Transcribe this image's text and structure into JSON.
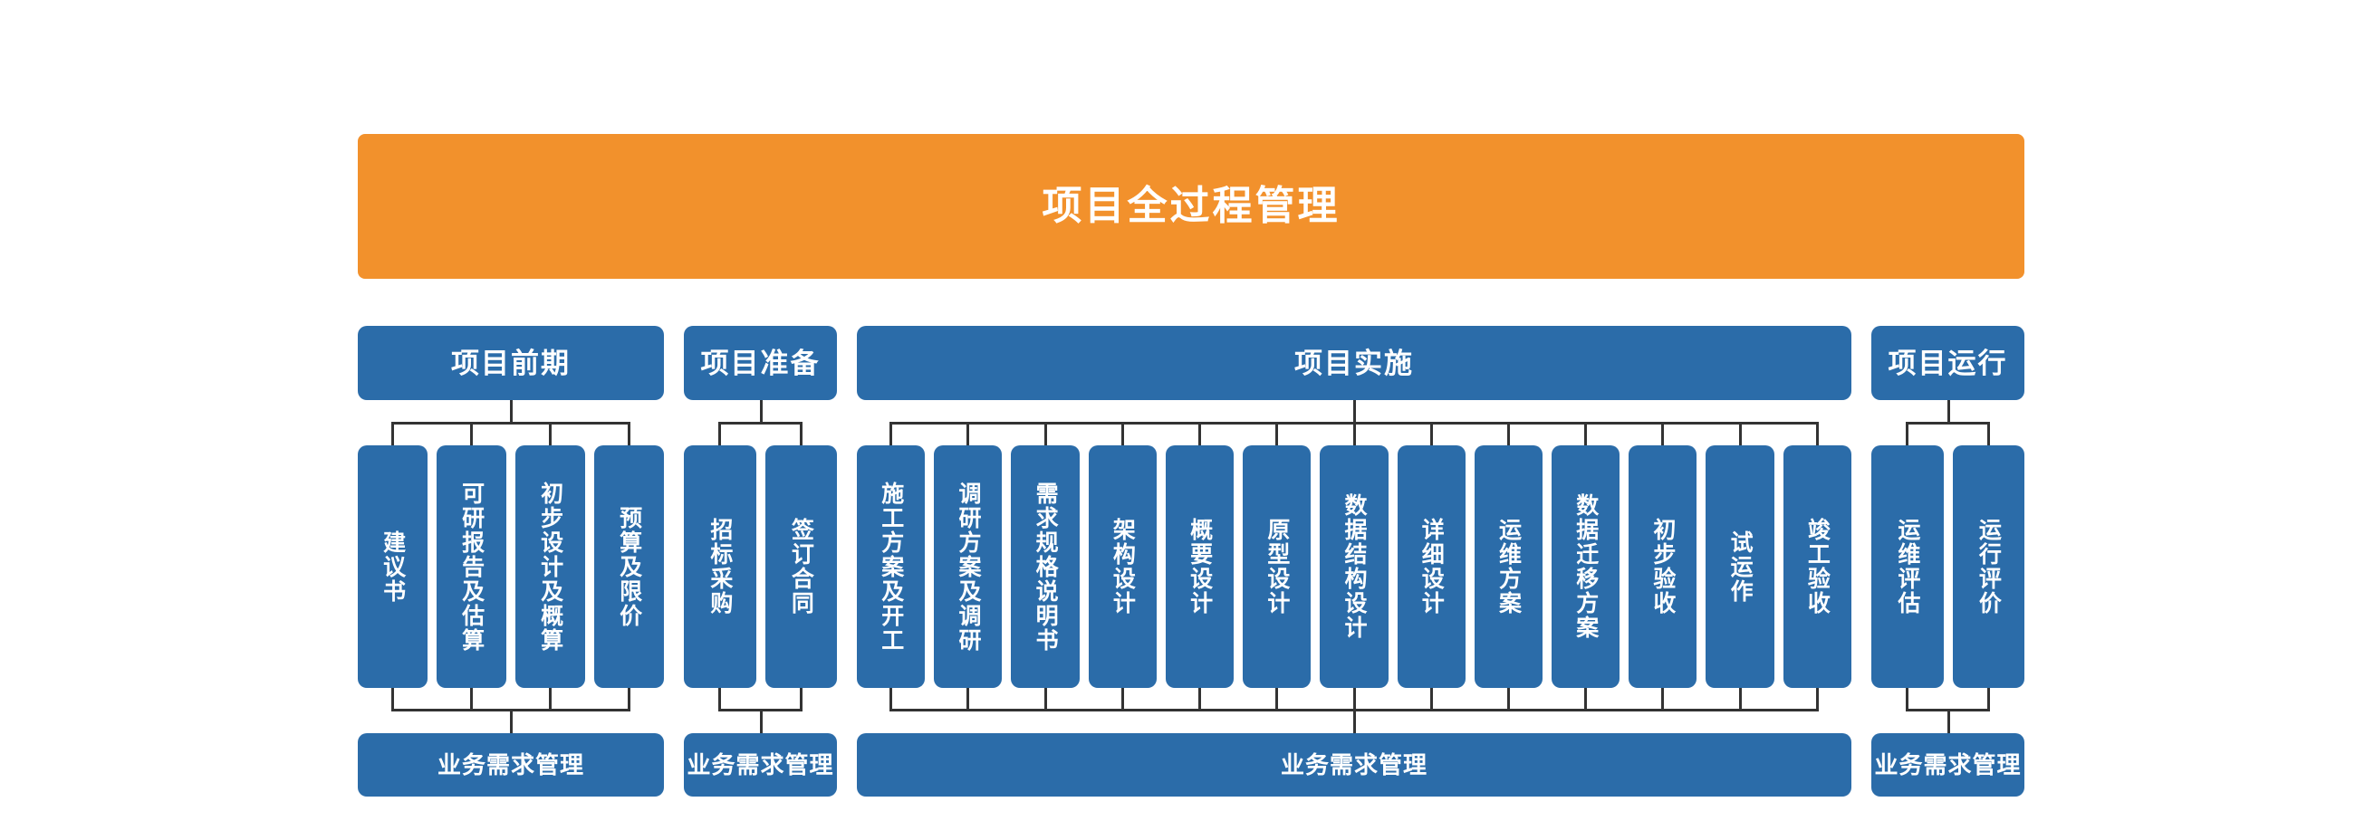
{
  "banner": {
    "title": "项目全过程管理",
    "bg_color": "#F2912C",
    "text_color": "#FFFFFF"
  },
  "theme": {
    "blue": "#2B6CA9",
    "orange": "#F2912C",
    "connector": "#333333",
    "background": "#FFFFFF"
  },
  "groups": [
    {
      "header": "项目前期",
      "footer": "业务需求管理",
      "items": [
        {
          "label": "建议书"
        },
        {
          "label": "可研报告及估算"
        },
        {
          "label": "初步设计及概算"
        },
        {
          "label": "预算及限价"
        }
      ]
    },
    {
      "header": "项目准备",
      "footer": "业务需求管理",
      "items": [
        {
          "label": "招标采购"
        },
        {
          "label": "签订合同"
        }
      ]
    },
    {
      "header": "项目实施",
      "footer": "业务需求管理",
      "items": [
        {
          "label": "施工方案及开工"
        },
        {
          "label": "调研方案及调研"
        },
        {
          "label": "需求规格说明书"
        },
        {
          "label": "架构设计"
        },
        {
          "label": "概要设计"
        },
        {
          "label": "原型设计"
        },
        {
          "label": "数据结构设计"
        },
        {
          "label": "详细设计"
        },
        {
          "label": "运维方案"
        },
        {
          "label": "数据迁移方案"
        },
        {
          "label": "初步验收"
        },
        {
          "label": "试运作"
        },
        {
          "label": "竣工验收"
        }
      ]
    },
    {
      "header": "项目运行",
      "footer": "业务需求管理",
      "items": [
        {
          "label": "运维评估"
        },
        {
          "label": "运行评价"
        }
      ]
    }
  ]
}
